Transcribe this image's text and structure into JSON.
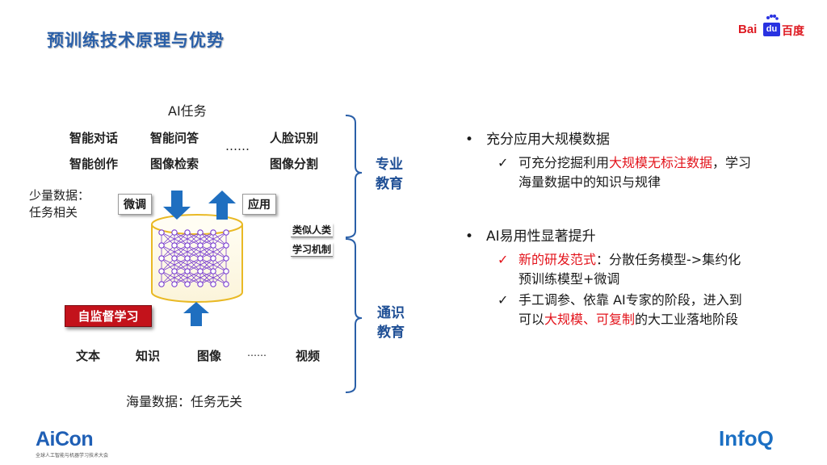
{
  "slide": {
    "title": "预训练技术原理与优势",
    "brand_baidu": {
      "bai": "Bai",
      "du": "du",
      "cn": "百度"
    },
    "footer_left": {
      "logo": "AiCon",
      "subtitle": "全球人工智能与机器学习技术大会"
    },
    "footer_right": {
      "logo": "InfoQ"
    }
  },
  "diagram": {
    "ai_task_label": "AI任务",
    "tasks_row1": [
      "智能对话",
      "智能问答",
      "人脸识别"
    ],
    "tasks_row2": [
      "智能创作",
      "图像检索",
      "图像分割"
    ],
    "ellipsis_top": "……",
    "small_data_label_line1": "少量数据：",
    "small_data_label_line2": "任务相关",
    "finetune": "微调",
    "apply": "应用",
    "humanlike_tag": "类似人类",
    "mechanism_tag": "学习机制",
    "self_supervised": "自监督学习",
    "data_types": [
      "文本",
      "知识",
      "图像",
      "视频"
    ],
    "ellipsis_bottom": "……",
    "massive_data_label": "海量数据：任务无关",
    "pro_edu": [
      "专业",
      "教育"
    ],
    "gen_edu": [
      "通识",
      "教育"
    ]
  },
  "points": [
    {
      "bullet": "•",
      "heading": "充分应用大规模数据",
      "subs": [
        {
          "check": "✓",
          "parts": [
            {
              "text": "可充分挖掘利用",
              "red": false
            },
            {
              "text": "大规模无标注数据",
              "red": true
            },
            {
              "text": "，学习",
              "red": false
            }
          ],
          "line2": "海量数据中的知识与规律"
        }
      ]
    },
    {
      "bullet": "•",
      "heading": "AI易用性显著提升",
      "subs": [
        {
          "check": "✓",
          "parts": [
            {
              "text": "新的研发范式",
              "red": true
            },
            {
              "text": "：分散任务模型->集约化",
              "red": false
            }
          ],
          "line2": "预训练模型+微调"
        },
        {
          "check": "✓",
          "parts": [
            {
              "text": "手工调参、依靠 AI专家的阶段，进入到",
              "red": false
            }
          ],
          "line2_parts": [
            {
              "text": "可以",
              "red": false
            },
            {
              "text": "大规模、可复制",
              "red": true
            },
            {
              "text": "的大工业落地阶段",
              "red": false
            }
          ]
        }
      ]
    }
  ],
  "colors": {
    "accent_blue": "#2a5fa8",
    "emphasis_red": "#e3141c",
    "arrow_blue": "#1f6fc0",
    "net_purple": "#7a3fd0",
    "ssl_red": "#c3121b"
  }
}
